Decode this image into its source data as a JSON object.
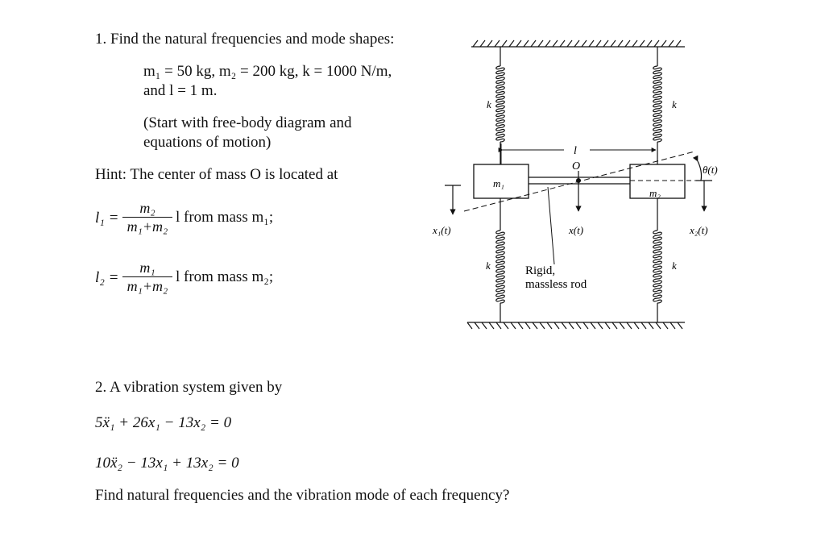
{
  "problem1": {
    "title": "1. Find the natural frequencies and mode shapes:",
    "params_line1": "m₁ = 50 kg, m₂ = 200 kg, k = 1000 N/m,",
    "params_line2": "and l = 1 m.",
    "instr_line1": "(Start with free-body diagram and",
    "instr_line2": "equations of motion)",
    "hint": "Hint: The center of mass O is located at",
    "l1_lhs": "l₁ =",
    "l1_num": "m₂",
    "l1_den": "m₁+m₂",
    "l1_rest": "l from mass m₁;",
    "l2_lhs": "l₂ =",
    "l2_num": "m₁",
    "l2_den": "m₁+m₂",
    "l2_rest": "l from mass m₂;"
  },
  "figure": {
    "spring_label": "k",
    "length_label": "l",
    "center_label": "O",
    "theta_label": "θ(t)",
    "mass1_label": "m₁",
    "mass2_label": "m₂",
    "x1_label": "x₁(t)",
    "x_label": "x(t)",
    "x2_label": "x₂(t)",
    "rod_line1": "Rigid,",
    "rod_line2": "massless rod"
  },
  "problem2": {
    "title": "2. A vibration system given by",
    "eq1": "5ẍ₁ + 26x₁ − 13x₂ = 0",
    "eq2": "10ẍ₂ − 13x₁ + 13x₂ = 0",
    "question": "Find natural frequencies and the vibration mode of each frequency?"
  }
}
